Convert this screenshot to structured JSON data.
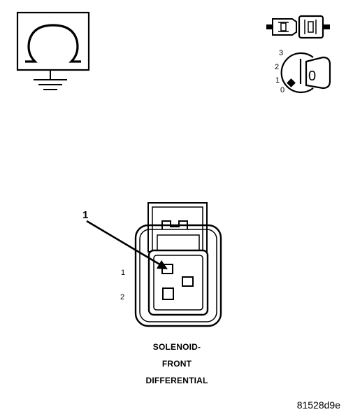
{
  "diagram": {
    "callout_number": "1",
    "pin_labels": [
      "1",
      "2"
    ],
    "caption_lines": [
      "SOLENOID-",
      "FRONT",
      "DIFFERENTIAL"
    ],
    "figure_id": "81528d9e",
    "ignition_positions": [
      "3",
      "2",
      "1",
      "0"
    ],
    "key_label": "0",
    "icons": [
      "ohmmeter-ground-icon",
      "connector-disconnected-icon",
      "ignition-key-off-icon"
    ]
  }
}
